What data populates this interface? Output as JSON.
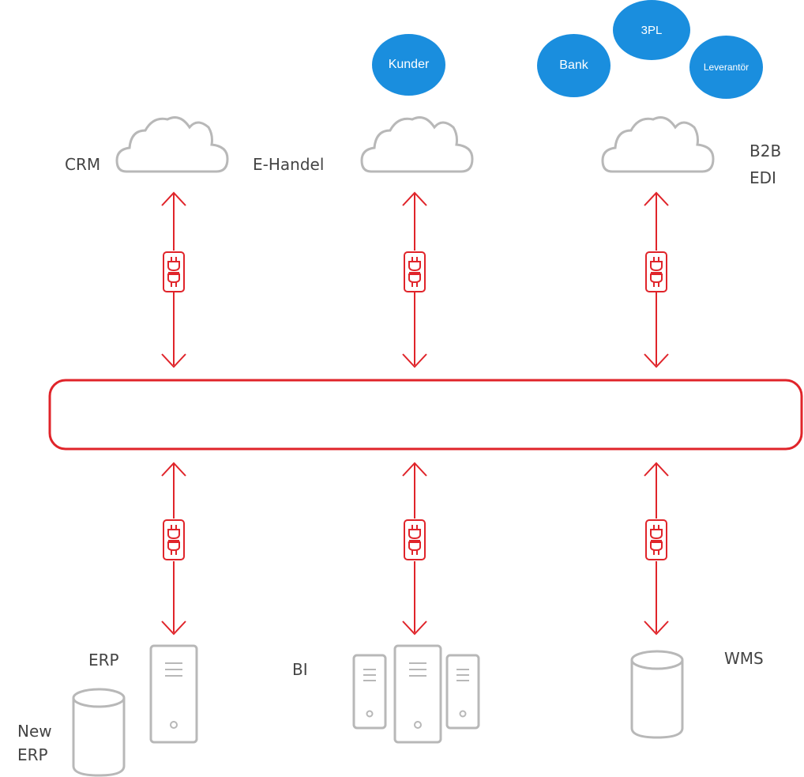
{
  "external": {
    "partners": {
      "kunder": "Kunder",
      "bank": "Bank",
      "tpl": "3PL",
      "leverantor": "Leverantör"
    },
    "clouds": {
      "crm": "CRM",
      "ehandel": "E-Handel",
      "b2b": "B2B",
      "edi": "EDI"
    }
  },
  "internal": {
    "erp": "ERP",
    "bi": "BI",
    "wms": "WMS",
    "new_erp_line1": "New",
    "new_erp_line2": "ERP"
  },
  "colors": {
    "connector": "#e0242a",
    "outline": "#b8b8b8",
    "bubble": "#1a8ede",
    "text": "#444444"
  }
}
